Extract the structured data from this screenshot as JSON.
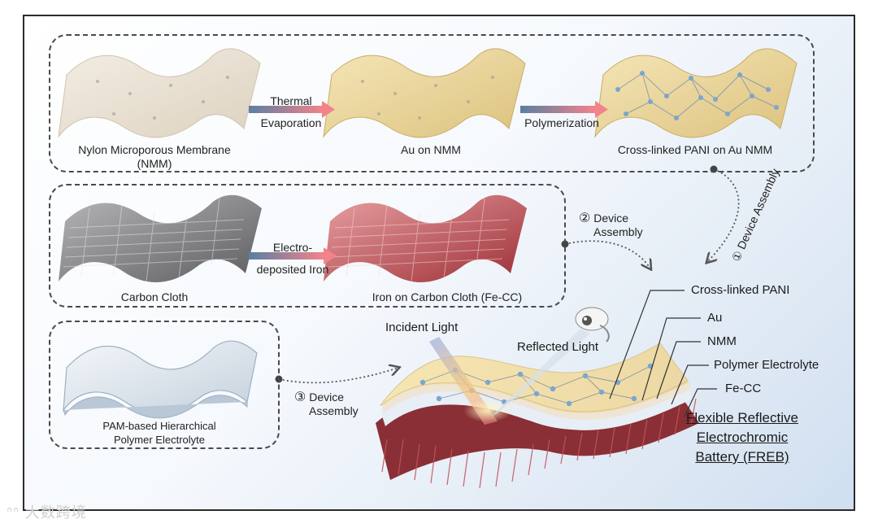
{
  "row1": {
    "label_nmm": "Nylon Microporous Membrane",
    "label_nmm_abbr": "(NMM)",
    "label_au": "Au on NMM",
    "label_pani": "Cross-linked PANI on Au NMM",
    "arrow1_line1": "Thermal",
    "arrow1_line2": "Evaporation",
    "arrow2": "Polymerization"
  },
  "row2": {
    "label_cc": "Carbon Cloth",
    "label_fecc": "Iron on Carbon Cloth (Fe-CC)",
    "arrow_line1": "Electro-",
    "arrow_line2": "deposited Iron"
  },
  "row3": {
    "label_pam_line1": "PAM-based Hierarchical",
    "label_pam_line2": "Polymer Electrolyte"
  },
  "assembly": {
    "step1_num": "①",
    "step1_text": "Device Assembly",
    "step2_num": "②",
    "step2_line1": "Device",
    "step2_line2": "Assembly",
    "step3_num": "③",
    "step3_line1": "Device",
    "step3_line2": "Assembly"
  },
  "device": {
    "incident_light": "Incident Light",
    "reflected_light": "Reflected Light",
    "layers": [
      "Cross-linked PANI",
      "Au",
      "NMM",
      "Polymer Electrolyte",
      "Fe-CC"
    ],
    "title_line1": "Flexible Reflective",
    "title_line2": "Electrochromic",
    "title_line3": "Battery (FREB)"
  },
  "watermark": "大数跨境",
  "colors": {
    "nmm": "#ece4d6",
    "au": "#ecd9a2",
    "pani": "#efdcaa",
    "carbon": "#8d8d8f",
    "fecc": "#c7545b",
    "electrolyte": "#dfe6ee",
    "arrow_start": "#5a7fa3",
    "arrow_end": "#f2838a"
  }
}
